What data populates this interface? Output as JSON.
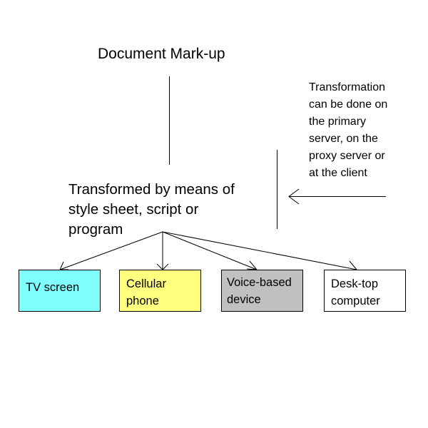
{
  "title": "Document Mark-up",
  "transform": [
    "Transformed by means of",
    "style sheet, script or",
    "program"
  ],
  "note": [
    "Transformation",
    "can be done on",
    "the primary",
    "server, on the",
    "proxy server or",
    "at the client"
  ],
  "devices": [
    {
      "lines": [
        "TV screen"
      ],
      "color": "#80ffff"
    },
    {
      "lines": [
        "Cellular",
        "phone"
      ],
      "color": "#ffff80"
    },
    {
      "lines": [
        "Voice-based",
        "device"
      ],
      "color": "#c0c0c0"
    },
    {
      "lines": [
        "Desk-top",
        "computer"
      ],
      "color": "#ffffff"
    }
  ]
}
